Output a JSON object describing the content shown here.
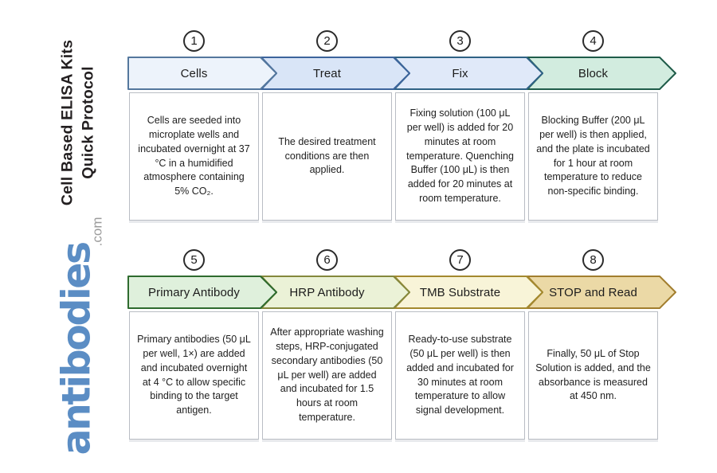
{
  "page": {
    "background": "#ffffff"
  },
  "sidebar": {
    "title_line1": "Cell Based ELISA Kits",
    "title_line2": "Quick Protocol",
    "title_color": "#231f20",
    "logo_word": "antibodies",
    "logo_suffix": ".com",
    "logo_color": "#5b8dc4",
    "suffix_color": "#9b9b9b"
  },
  "steps": [
    {
      "number": "1",
      "label": "Cells",
      "description": "Cells are seeded into microplate wells and incubated overnight at 37 °C in a humidified atmosphere containing 5% CO₂.",
      "fill": "#edf3fb",
      "border": "#54779d"
    },
    {
      "number": "2",
      "label": "Treat",
      "description": "The desired treatment conditions are then applied.",
      "fill": "#d9e5f7",
      "border": "#3c649c"
    },
    {
      "number": "3",
      "label": "Fix",
      "description": "Fixing solution (100 μL per well) is added for 20 minutes at room temperature. Quenching Buffer (100 μL) is then added for 20 minutes at room temperature.",
      "fill": "#e0e9f9",
      "border": "#2f6285"
    },
    {
      "number": "4",
      "label": "Block",
      "description": "Blocking Buffer (200 μL per well) is then applied, and the plate is incubated for 1 hour at room temperature to reduce non-specific binding.",
      "fill": "#d2ecdf",
      "border": "#1f5c49"
    },
    {
      "number": "5",
      "label": "Primary Antibody",
      "description": "Primary antibodies (50 μL per well, 1×) are added and incubated overnight at 4 °C to allow specific binding to the target antigen.",
      "fill": "#dff0dc",
      "border": "#2e6b2e"
    },
    {
      "number": "6",
      "label": "HRP Antibody",
      "description": "After appropriate washing steps, HRP-conjugated secondary antibodies (50 μL per well) are added and incubated for 1.5 hours at room temperature.",
      "fill": "#ebf2d7",
      "border": "#84883c"
    },
    {
      "number": "7",
      "label": "TMB Substrate",
      "description": "Ready-to-use substrate (50 μL per well) is then added and incubated for 30 minutes at room temperature to allow signal development.",
      "fill": "#f8f4d8",
      "border": "#a3892e"
    },
    {
      "number": "8",
      "label": "STOP and Read",
      "description": "Finally, 50 μL of Stop Solution is added, and the absorbance is measured at 450 nm.",
      "fill": "#ebd9a6",
      "border": "#a27e2e"
    }
  ]
}
